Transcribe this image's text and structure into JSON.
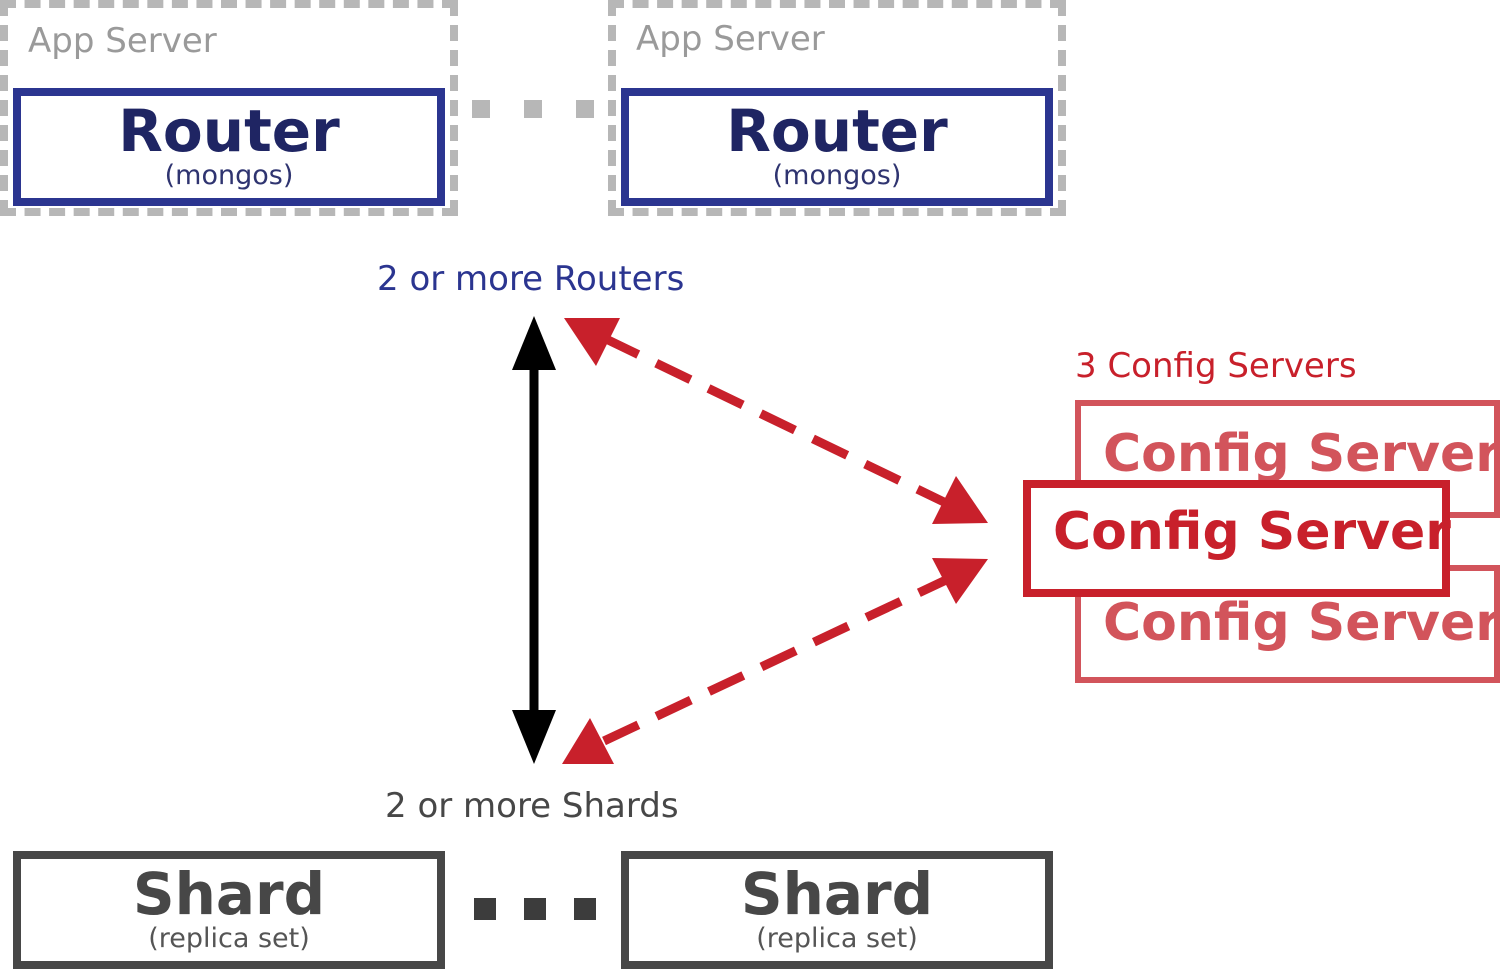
{
  "app_servers": [
    {
      "label": "App Server",
      "router": {
        "title": "Router",
        "subtitle": "(mongos)"
      }
    },
    {
      "label": "App Server",
      "router": {
        "title": "Router",
        "subtitle": "(mongos)"
      }
    }
  ],
  "routers_caption": "2 or more Routers",
  "config": {
    "caption": "3 Config Servers",
    "servers": [
      "Config Server",
      "Config Server",
      "Config Server"
    ]
  },
  "shards_caption": "2 or more Shards",
  "shards": [
    {
      "title": "Shard",
      "subtitle": "(replica set)"
    },
    {
      "title": "Shard",
      "subtitle": "(replica set)"
    }
  ],
  "colors": {
    "router": "#2b3590",
    "config": "#c8202b",
    "shard": "#474747",
    "app_server_border": "#b7b7b7",
    "arrow_black": "#000000"
  },
  "icons": {
    "router_connector": "ellipsis-dots",
    "shard_connector": "ellipsis-dots",
    "router_shard_link": "double-headed-arrow",
    "config_links": "dashed-double-headed-arrow"
  }
}
